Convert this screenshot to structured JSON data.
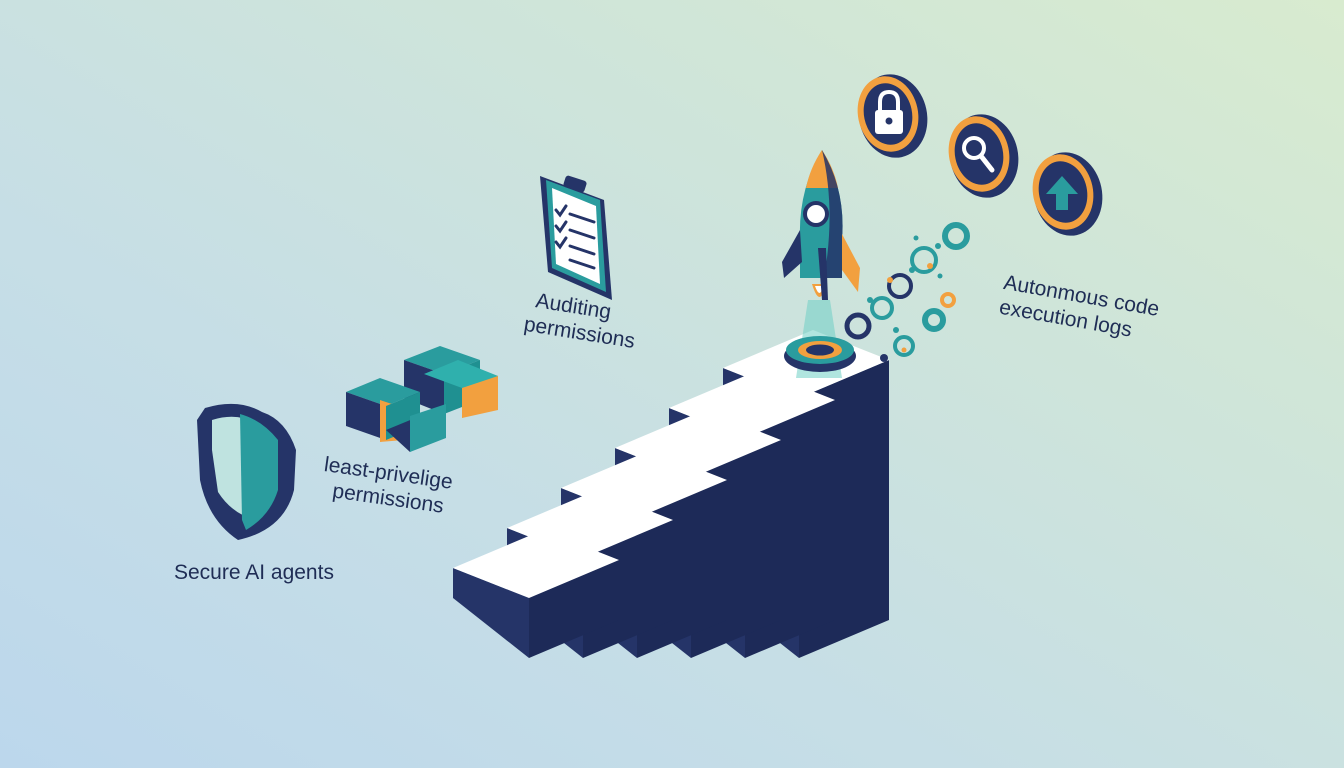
{
  "labels": {
    "secure": "Secure AI agents",
    "least_line1": "least-privelige",
    "least_line2": "permissions",
    "audit_line1": "Auditing",
    "audit_line2": "permissions",
    "logs_line1": "Autonmous code",
    "logs_line2": "execution logs"
  },
  "icons": [
    "shield-icon",
    "blocks-icon",
    "clipboard-checklist-icon",
    "rocket-icon",
    "lock-icon",
    "magnifier-icon",
    "upload-arrow-icon",
    "gear-particles-icon"
  ],
  "steps": 6,
  "colors": {
    "navy": "#253468",
    "teal": "#2a9c9e",
    "orange": "#f2a03f",
    "white": "#ffffff",
    "text": "#1f2d55"
  }
}
